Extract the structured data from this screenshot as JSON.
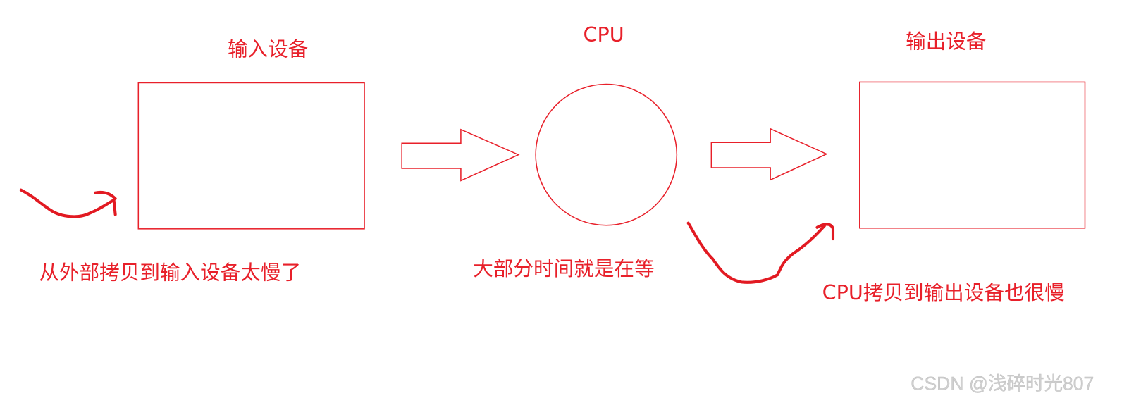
{
  "diagram": {
    "input_device": {
      "title": "输入设备",
      "note": "从外部拷贝到输入设备太慢了"
    },
    "cpu": {
      "title": "CPU",
      "note": "大部分时间就是在等"
    },
    "output_device": {
      "title": "输出设备",
      "note": "CPU拷贝到输出设备也很慢"
    },
    "watermark": "CSDN @浅碎时光807"
  },
  "colors": {
    "accent": "#e8202a",
    "watermark": "#d0d0d0"
  }
}
